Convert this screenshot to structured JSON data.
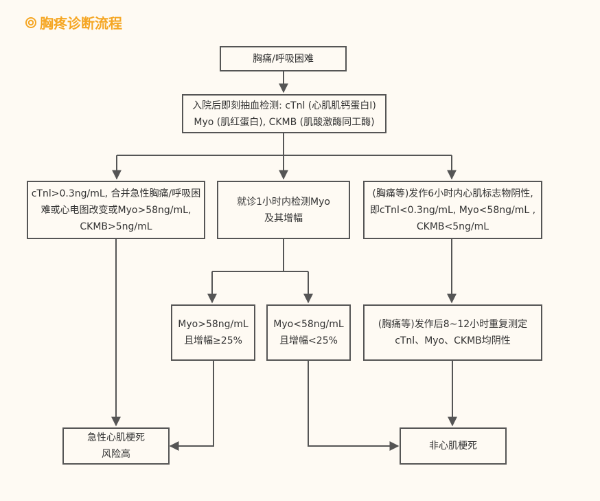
{
  "title": "胸疼诊断流程",
  "colors": {
    "title": "#f5a623",
    "stroke": "#555555",
    "background": "#fefaf3"
  },
  "icons": {
    "title": "spiral-icon"
  },
  "nodes": {
    "start": "胸痛/呼吸困难",
    "test": "入院后即刻抽血检测: cTnl (心肌肌钙蛋白I)\nMyo (肌红蛋白), CKMB (肌酸激酶同工酶)",
    "left_criteria": "cTnl>0.3ng/mL, 合并急性胸痛/呼吸困\n难或心电图改变或Myo>58ng/mL,\nCKMB>5ng/mL",
    "middle_recheck": "就诊1小时内检测Myo\n及其增幅",
    "right_negative": "(胸痛等)发作6小时内心肌标志物阴性,\n即cTnl<0.3ng/mL, Myo<58ng/mL ,\nCKMB<5ng/mL",
    "myo_high": "Myo>58ng/mL\n且增幅≥25%",
    "myo_low": "Myo<58ng/mL\n且增幅<25%",
    "repeat_test": "(胸痛等)发作后8~12小时重复测定\ncTnl、Myo、CKMB均阴性",
    "outcome_high": "急性心肌梗死\n风险高",
    "outcome_non": "非心肌梗死"
  }
}
